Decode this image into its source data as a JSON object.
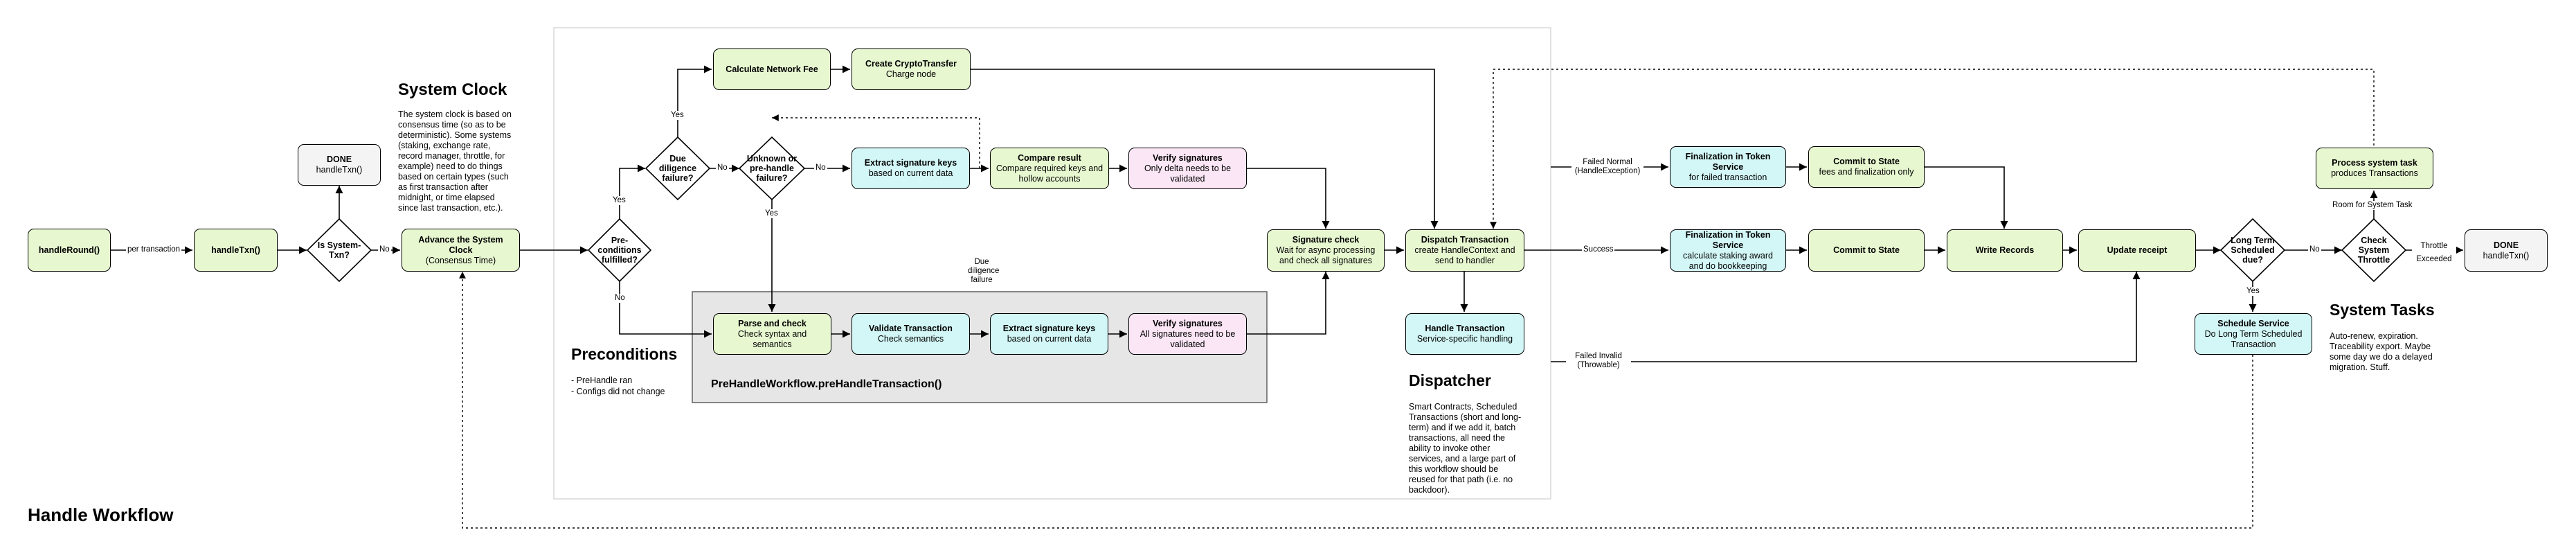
{
  "titles": {
    "handle_workflow": "Handle Workflow",
    "system_clock": "System Clock",
    "preconditions": "Preconditions",
    "prehandle_region": "PreHandleWorkflow.preHandleTransaction()",
    "dispatcher": "Dispatcher",
    "system_tasks": "System Tasks"
  },
  "texts": {
    "system_clock_desc": "The system clock is based on consensus time (so as to be deterministic). Some systems (staking, exchange rate, record manager, throttle, for example) need to do things based on certain types (such as first transaction after midnight, or time elapsed since last transaction, etc.).",
    "preconditions_line1": "- PreHandle ran",
    "preconditions_line2": "- Configs did not change",
    "dispatcher_desc": "Smart Contracts, Scheduled Transactions (short and long-term) and if we add it, batch transactions, all need the ability to invoke other services, and a large part of this workflow should be reused for that path (i.e. no backdoor).",
    "system_tasks_desc": "Auto-renew, expiration. Traceability export. Maybe some day we do a delayed migration. Stuff."
  },
  "nodes": {
    "handle_round": {
      "title": "handleRound()"
    },
    "handle_txn": {
      "title": "handleTxn()"
    },
    "done_top": {
      "title": "DONE",
      "sub": "handleTxn()"
    },
    "advance_clock": {
      "title": "Advance the System Clock",
      "sub": "(Consensus Time)"
    },
    "calc_fee": {
      "title": "Calculate Network Fee"
    },
    "create_crypto": {
      "title": "Create CryptoTransfer",
      "sub": "Charge node"
    },
    "extract_keys_top": {
      "title": "Extract signature keys",
      "sub": "based on current data"
    },
    "compare_result": {
      "title": "Compare result",
      "sub": "Compare required keys and hollow accounts"
    },
    "verify_top": {
      "title": "Verify signatures",
      "sub": "Only delta needs to be validated"
    },
    "parse_check": {
      "title": "Parse and check",
      "sub": "Check syntax and semantics"
    },
    "validate_txn": {
      "title": "Validate Transaction",
      "sub": "Check semantics"
    },
    "extract_keys_bottom": {
      "title": "Extract signature keys",
      "sub": "based on current data"
    },
    "verify_bottom": {
      "title": "Verify signatures",
      "sub": "All signatures need to be validated"
    },
    "signature_check": {
      "title": "Signature check",
      "sub": "Wait for async processing and check all signatures"
    },
    "dispatch": {
      "title": "Dispatch Transaction",
      "sub": "create HandleContext and send to handler"
    },
    "handle_transaction": {
      "title": "Handle Transaction",
      "sub": "Service-specific handling"
    },
    "final_failed": {
      "title": "Finalization in Token Service",
      "sub": "for failed transaction"
    },
    "commit_fees": {
      "title": "Commit to State",
      "sub": "fees and finalization only"
    },
    "final_success": {
      "title": "Finalization in Token Service",
      "sub": "calculate staking award and do bookkeeping"
    },
    "commit_state": {
      "title": "Commit to State"
    },
    "write_records": {
      "title": "Write Records"
    },
    "update_receipt": {
      "title": "Update receipt"
    },
    "schedule_service": {
      "title": "Schedule Service",
      "sub": "Do Long Term Scheduled Transaction"
    },
    "process_system_task": {
      "title": "Process system task",
      "sub": "produces Transactions"
    },
    "done_right": {
      "title": "DONE",
      "sub": "handleTxn()"
    }
  },
  "decisions": {
    "is_system_txn": "Is System-Txn?",
    "preconditions_fulfilled": "Pre-conditions fulfilled?",
    "due_diligence": "Due diligence failure?",
    "unknown_prehandle": "Unknown or pre-handle failure?",
    "long_term_scheduled": "Long Term Scheduled due?",
    "check_throttle": "Check System Throttle"
  },
  "edge_labels": {
    "per_transaction": "per transaction",
    "no_system": "No",
    "yes_pre": "Yes",
    "no_pre": "No",
    "yes_due": "Yes",
    "no_due": "No",
    "yes_unknown": "Yes",
    "no_unknown": "No",
    "due_diligence_failure": "Due diligence failure",
    "failed_normal": "Failed Normal (HandleException)",
    "success": "Success",
    "failed_invalid": "Failed Invalid (Throwable)",
    "no_long_term": "No",
    "yes_long_term": "Yes",
    "room_for_system_task": "Room for System Task",
    "throttle_exceeded": "Throttle Exceeded"
  },
  "colors": {
    "green_fill": "#e7f7d0",
    "teal_fill": "#d3f6f6",
    "pink_fill": "#fbe6f5",
    "gray_fill": "#f4f4f4",
    "prehandle_region_fill": "#e6e6e6"
  }
}
